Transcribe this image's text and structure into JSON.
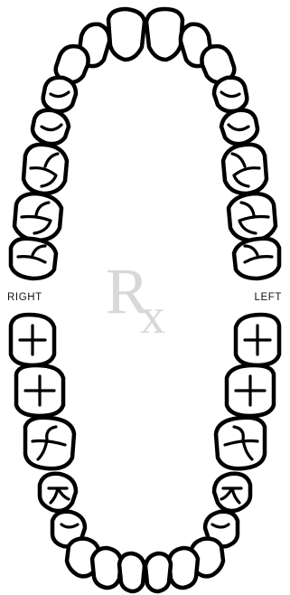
{
  "labels": {
    "right": "RIGHT",
    "left": "LEFT"
  },
  "watermark": {
    "r": "R",
    "x": "x"
  }
}
